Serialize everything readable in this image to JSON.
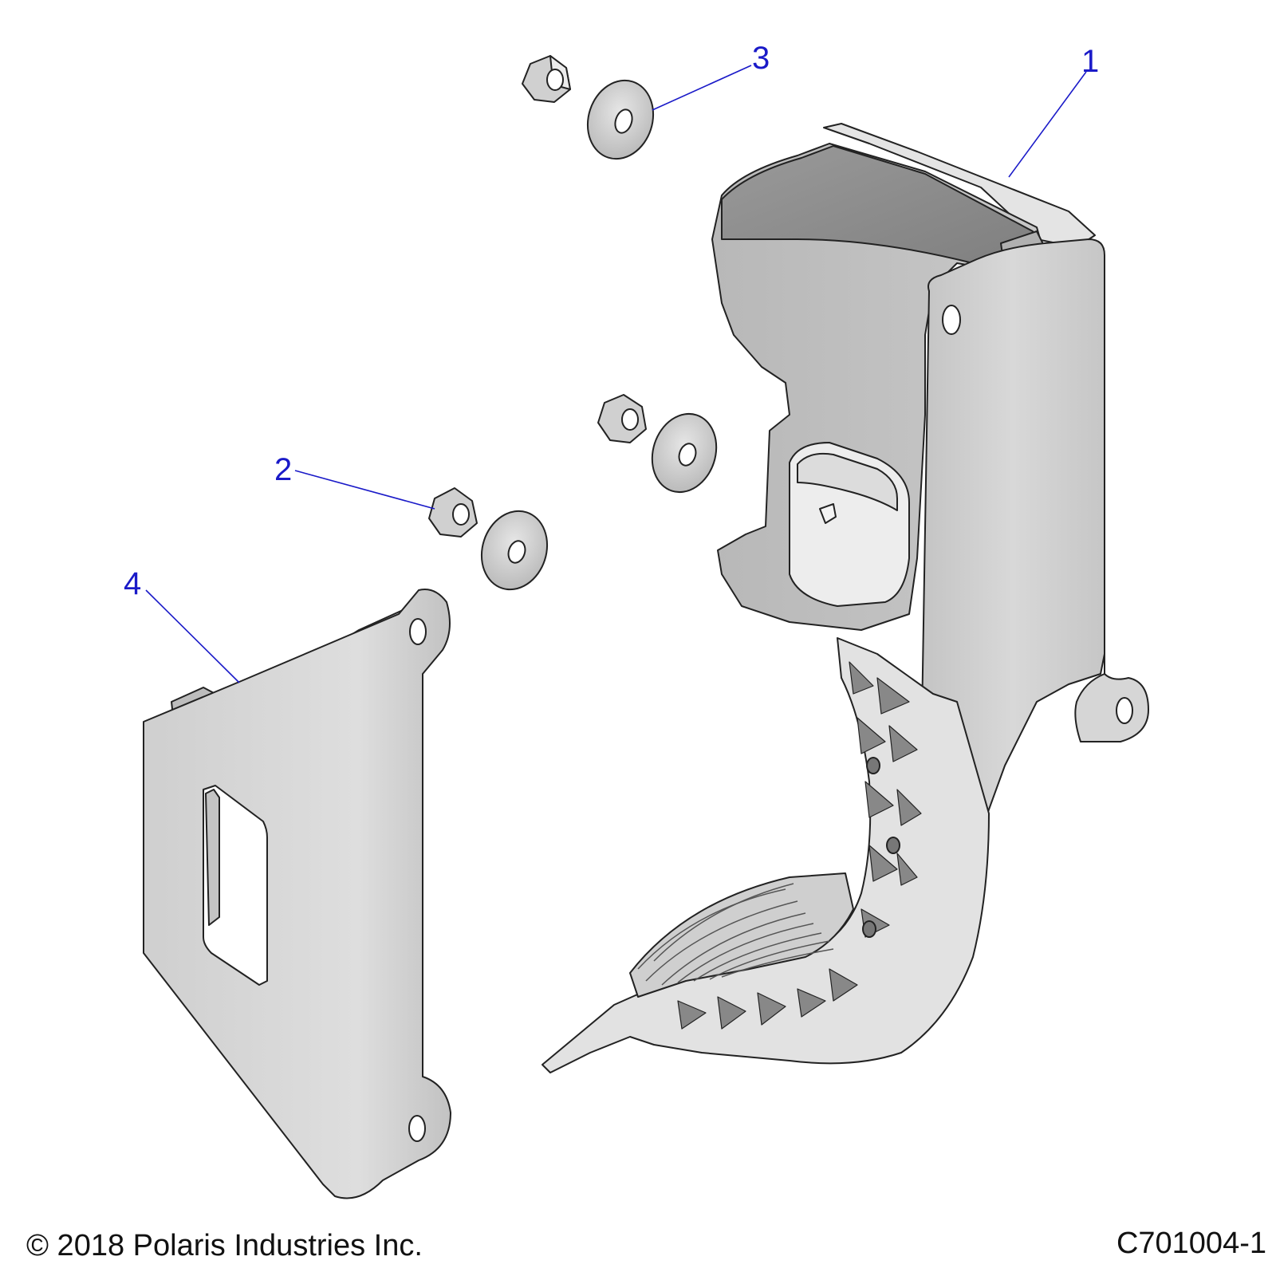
{
  "callouts": [
    {
      "id": "1",
      "label": "1"
    },
    {
      "id": "2",
      "label": "2"
    },
    {
      "id": "3",
      "label": "3"
    },
    {
      "id": "4",
      "label": "4"
    }
  ],
  "footer": {
    "copyright": "© 2018 Polaris Industries Inc.",
    "drawing_id": "C701004-1"
  },
  "colors": {
    "callout": "#1a1ac8",
    "part_fill": "#d2d2d2",
    "part_dark": "#8c8c8c",
    "part_light": "#ececec",
    "outline": "#222222"
  }
}
